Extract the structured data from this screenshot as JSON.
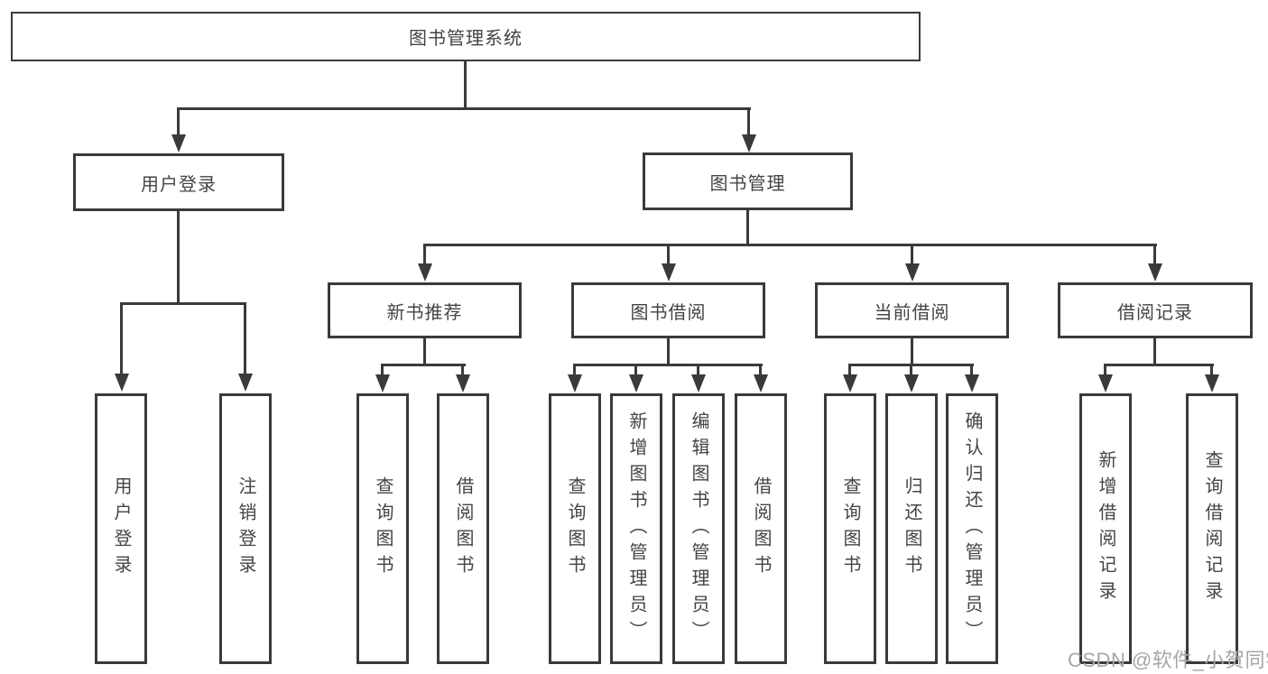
{
  "tree": {
    "root": {
      "label": "图书管理系统"
    },
    "level2": [
      {
        "label": "用户登录"
      },
      {
        "label": "图书管理"
      }
    ],
    "level3": [
      {
        "label": "新书推荐"
      },
      {
        "label": "图书借阅"
      },
      {
        "label": "当前借阅"
      },
      {
        "label": "借阅记录"
      }
    ],
    "leaves": [
      {
        "label": "用户登录"
      },
      {
        "label": "注销登录"
      },
      {
        "label": "查询图书"
      },
      {
        "label": "借阅图书"
      },
      {
        "label": "查询图书"
      },
      {
        "label": "新增图书（管理员）"
      },
      {
        "label": "编辑图书（管理员）"
      },
      {
        "label": "借阅图书"
      },
      {
        "label": "查询图书"
      },
      {
        "label": "归还图书"
      },
      {
        "label": "确认归还（管理员）"
      },
      {
        "label": "新增借阅记录"
      },
      {
        "label": "查询借阅记录"
      }
    ]
  },
  "watermark": {
    "text": "CSDN @软件_小贺同学"
  },
  "colors": {
    "line": "#3a3a3a",
    "text": "#444444",
    "watermark": "#a6a6a6",
    "background": "#ffffff"
  }
}
